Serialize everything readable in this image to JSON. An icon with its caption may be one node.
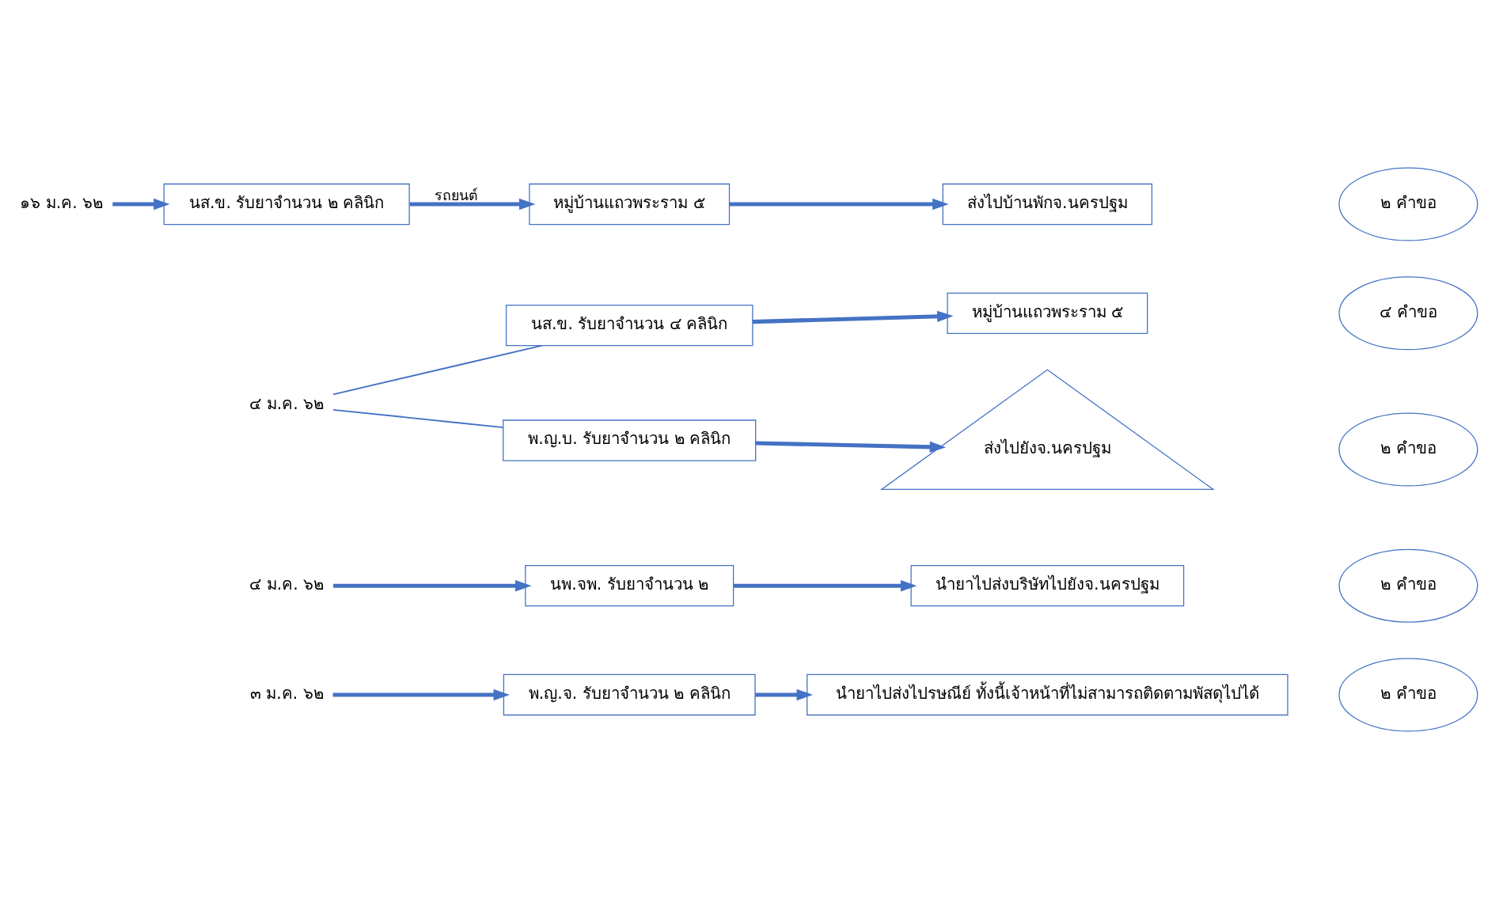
{
  "diagram": {
    "nodes": [
      {
        "text": [
          "๓ ม.ค. ๖๒"
        ]
      },
      {
        "text": [
          "พ.ญ.จ. รับยาจำนวน ๒ คลินิก"
        ]
      },
      {
        "text": [
          "นำยาไปส่งไปรษณีย์ ทั้งนี้เจ้าหน้าที่ไม่สามารถติดตามพัสดุไปได้"
        ]
      },
      {
        "text": [
          "๒ คำขอ"
        ]
      },
      {
        "text": [
          "๔ ม.ค. ๖๒"
        ]
      },
      {
        "text": [
          "นพ.จพ. รับยาจำนวน ๒"
        ]
      },
      {
        "text": [
          "นำยาไปส่งบริษัทไปยังจ.นครปฐม"
        ]
      },
      {
        "text": [
          "๒ คำขอ"
        ]
      },
      {
        "text": [
          "๔ ม.ค. ๖๒"
        ]
      },
      {
        "text": [
          "นส.ข. รับยาจำนวน ๔ คลินิก"
        ]
      },
      {
        "text": [
          "หมู่บ้านแถวพระราม ๕"
        ]
      },
      {
        "text": [
          "๔ คำขอ"
        ]
      },
      {
        "text": [
          "พ.ญ.บ. รับยาจำนวน ๒ คลินิก"
        ]
      },
      {
        "text": [
          "ส่งไปยังจ.นครปฐม"
        ]
      },
      {
        "text": [
          "๒ คำขอ"
        ]
      },
      {
        "text": [
          "๑๖ ม.ค. ๖๒"
        ]
      },
      {
        "text": [
          "นส.ข. รับยาจำนวน ๒ คลินิก"
        ]
      },
      {
        "text": [
          "หมู่บ้านแถวพระราม ๕"
        ]
      },
      {
        "text": [
          "ส่งไปบ้านพักจ.นครปฐม"
        ]
      },
      {
        "text": [
          "๒ คำขอ"
        ]
      }
    ],
    "edges": [
      {
        "from": 0,
        "to": 1,
        "arrow": "to"
      },
      {
        "from": 1,
        "to": 2,
        "arrow": "to"
      },
      {
        "from": 4,
        "to": 5,
        "arrow": "to"
      },
      {
        "from": 5,
        "to": 6,
        "arrow": "to"
      },
      {
        "from": 8,
        "to": 9,
        "arrow": "none"
      },
      {
        "from": 8,
        "to": 12,
        "arrow": "none"
      },
      {
        "from": 9,
        "to": 10,
        "arrow": "to"
      },
      {
        "from": 12,
        "to": 13,
        "arrow": "to"
      },
      {
        "from": 15,
        "to": 16,
        "arrow": "to"
      },
      {
        "from": 16,
        "to": 17,
        "label": "รถยนต์",
        "arrow": "to"
      },
      {
        "from": 17,
        "to": 18,
        "arrow": "to"
      }
    ]
  }
}
